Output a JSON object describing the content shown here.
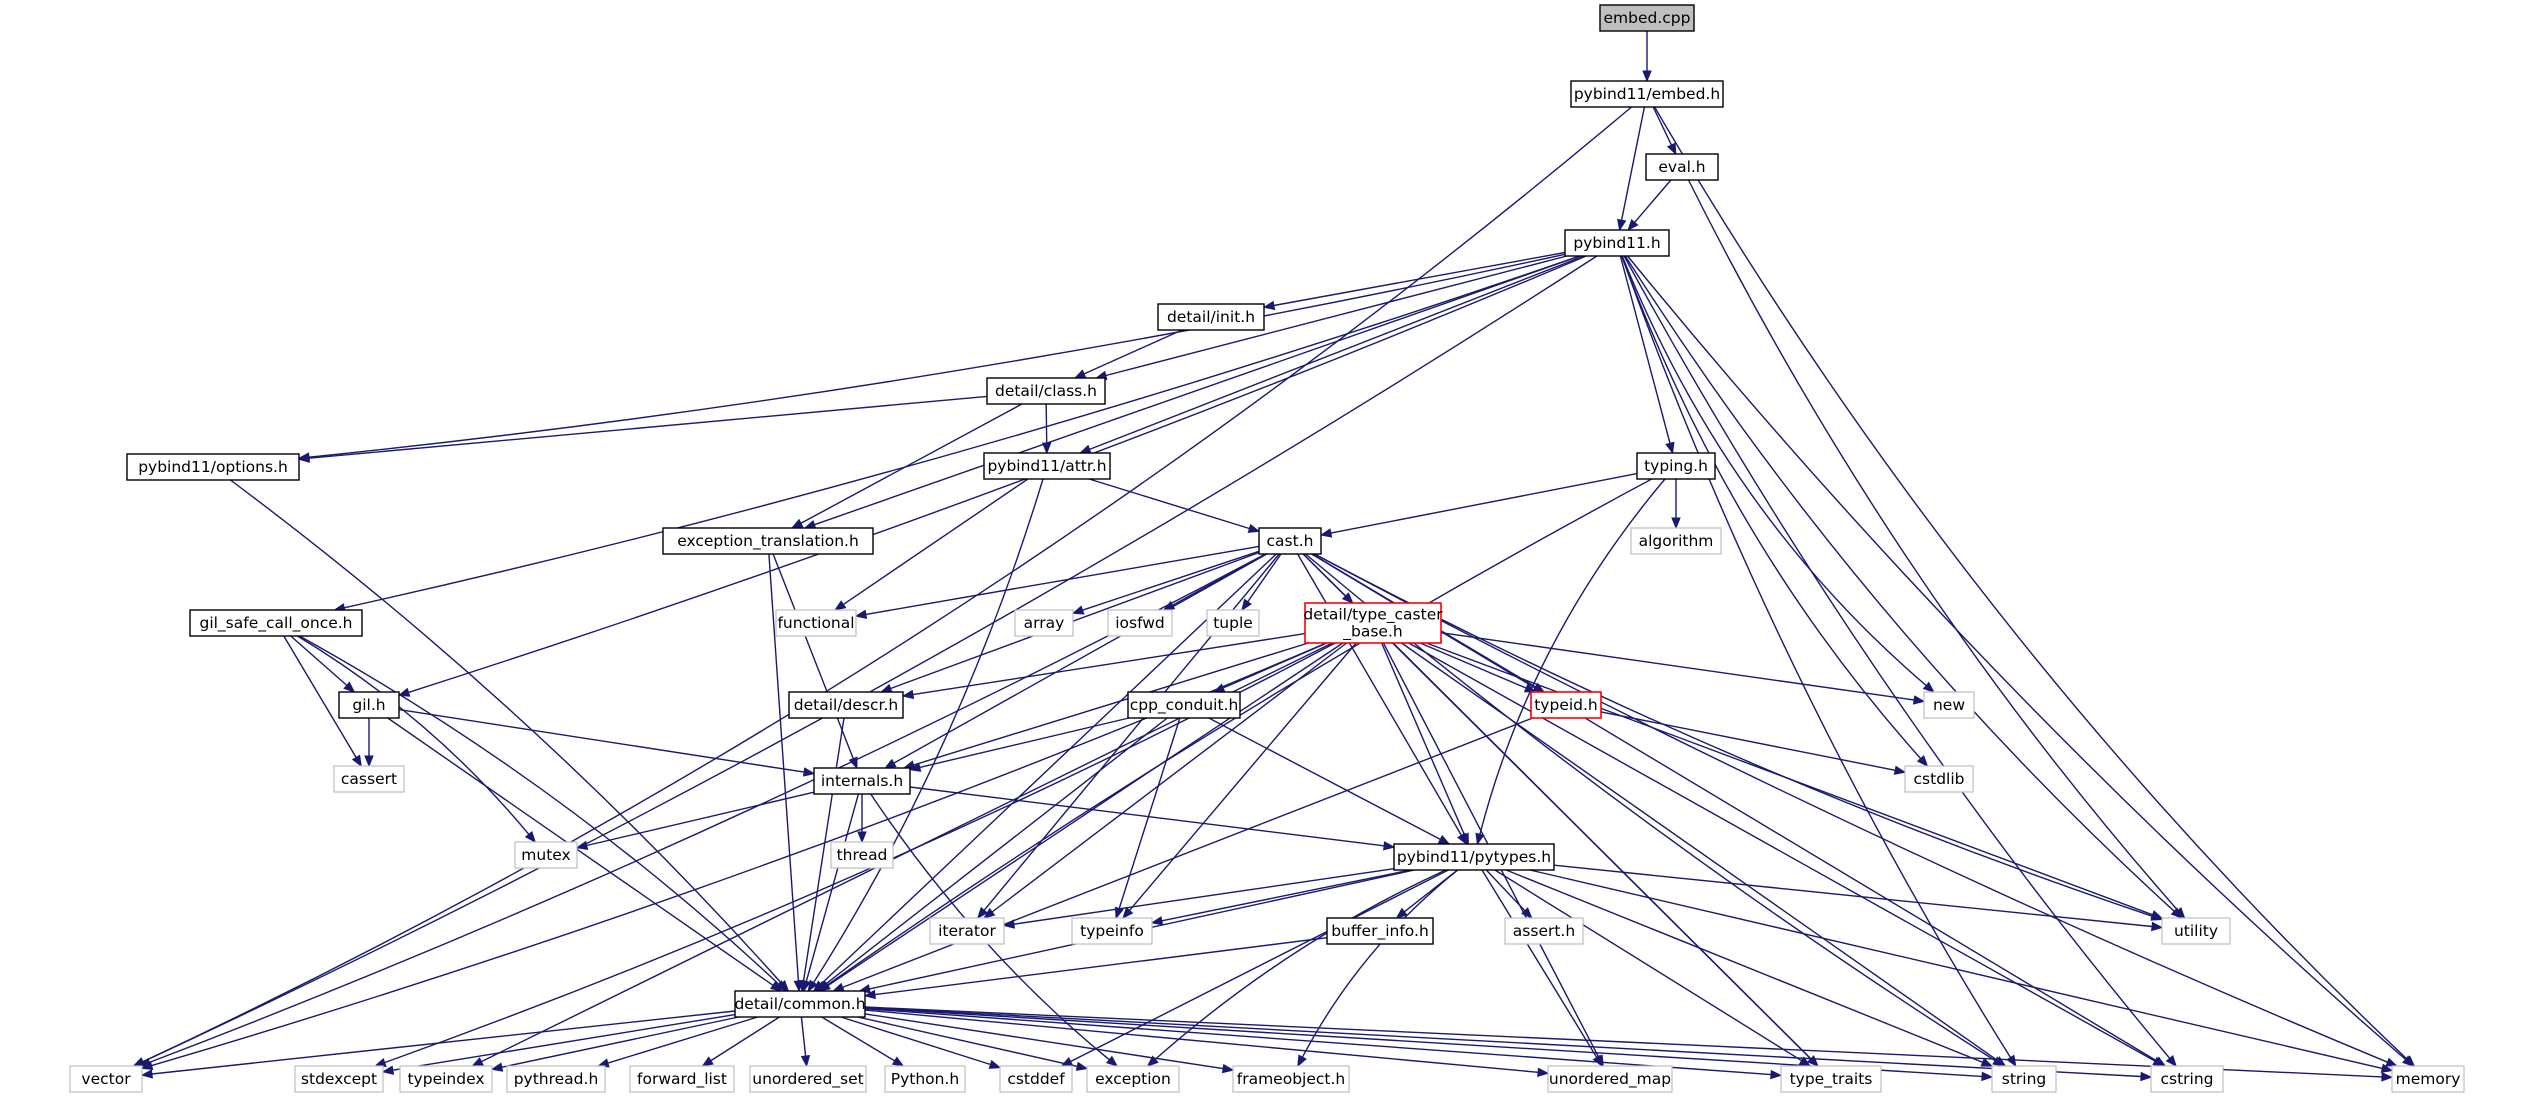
{
  "diagram": {
    "colors": {
      "edge": "#191970",
      "root_fill": "#bfbfbf",
      "node_border": "#000000",
      "system_border": "#bfbfbf",
      "warning_border": "#ff0000"
    },
    "nodes": [
      {
        "id": "embed_cpp",
        "label": "embed.cpp",
        "kind": "root"
      },
      {
        "id": "pybind11_embed_h",
        "label": "pybind11/embed.h",
        "kind": "file"
      },
      {
        "id": "eval_h",
        "label": "eval.h",
        "kind": "file"
      },
      {
        "id": "pybind11_h",
        "label": "pybind11.h",
        "kind": "file"
      },
      {
        "id": "detail_init_h",
        "label": "detail/init.h",
        "kind": "file"
      },
      {
        "id": "detail_class_h",
        "label": "detail/class.h",
        "kind": "file"
      },
      {
        "id": "pybind11_options_h",
        "label": "pybind11/options.h",
        "kind": "file"
      },
      {
        "id": "pybind11_attr_h",
        "label": "pybind11/attr.h",
        "kind": "file"
      },
      {
        "id": "typing_h",
        "label": "typing.h",
        "kind": "file"
      },
      {
        "id": "exception_translation_h",
        "label": "exception_translation.h",
        "kind": "file"
      },
      {
        "id": "cast_h",
        "label": "cast.h",
        "kind": "file"
      },
      {
        "id": "gil_safe_call_once_h",
        "label": "gil_safe_call_once.h",
        "kind": "file"
      },
      {
        "id": "detail_type_caster_base_h",
        "label": "detail/type_caster\n_base.h",
        "kind": "warning"
      },
      {
        "id": "gil_h",
        "label": "gil.h",
        "kind": "file"
      },
      {
        "id": "detail_descr_h",
        "label": "detail/descr.h",
        "kind": "file"
      },
      {
        "id": "cpp_conduit_h",
        "label": "cpp_conduit.h",
        "kind": "file"
      },
      {
        "id": "typeid_h",
        "label": "typeid.h",
        "kind": "warning"
      },
      {
        "id": "internals_h",
        "label": "internals.h",
        "kind": "file"
      },
      {
        "id": "pybind11_pytypes_h",
        "label": "pybind11/pytypes.h",
        "kind": "file"
      },
      {
        "id": "buffer_info_h",
        "label": "buffer_info.h",
        "kind": "file"
      },
      {
        "id": "detail_common_h",
        "label": "detail/common.h",
        "kind": "file"
      },
      {
        "id": "algorithm",
        "label": "algorithm",
        "kind": "system"
      },
      {
        "id": "functional",
        "label": "functional",
        "kind": "system"
      },
      {
        "id": "array",
        "label": "array",
        "kind": "system"
      },
      {
        "id": "iosfwd",
        "label": "iosfwd",
        "kind": "system"
      },
      {
        "id": "tuple",
        "label": "tuple",
        "kind": "system"
      },
      {
        "id": "new",
        "label": "new",
        "kind": "system"
      },
      {
        "id": "cassert",
        "label": "cassert",
        "kind": "system"
      },
      {
        "id": "cstdlib",
        "label": "cstdlib",
        "kind": "system"
      },
      {
        "id": "mutex",
        "label": "mutex",
        "kind": "system"
      },
      {
        "id": "thread",
        "label": "thread",
        "kind": "system"
      },
      {
        "id": "iterator",
        "label": "iterator",
        "kind": "system"
      },
      {
        "id": "typeinfo",
        "label": "typeinfo",
        "kind": "system"
      },
      {
        "id": "assert_h",
        "label": "assert.h",
        "kind": "system"
      },
      {
        "id": "utility",
        "label": "utility",
        "kind": "system"
      },
      {
        "id": "vector",
        "label": "vector",
        "kind": "system"
      },
      {
        "id": "stdexcept",
        "label": "stdexcept",
        "kind": "system"
      },
      {
        "id": "typeindex",
        "label": "typeindex",
        "kind": "system"
      },
      {
        "id": "pythread_h",
        "label": "pythread.h",
        "kind": "system"
      },
      {
        "id": "forward_list",
        "label": "forward_list",
        "kind": "system"
      },
      {
        "id": "unordered_set",
        "label": "unordered_set",
        "kind": "system"
      },
      {
        "id": "python_h",
        "label": "Python.h",
        "kind": "system"
      },
      {
        "id": "cstddef",
        "label": "cstddef",
        "kind": "system"
      },
      {
        "id": "exception",
        "label": "exception",
        "kind": "system"
      },
      {
        "id": "frameobject_h",
        "label": "frameobject.h",
        "kind": "system"
      },
      {
        "id": "unordered_map",
        "label": "unordered_map",
        "kind": "system"
      },
      {
        "id": "type_traits",
        "label": "type_traits",
        "kind": "system"
      },
      {
        "id": "string",
        "label": "string",
        "kind": "system"
      },
      {
        "id": "cstring",
        "label": "cstring",
        "kind": "system"
      },
      {
        "id": "memory",
        "label": "memory",
        "kind": "system"
      }
    ],
    "edges": [
      [
        "embed_cpp",
        "pybind11_embed_h"
      ],
      [
        "pybind11_embed_h",
        "pybind11_h"
      ],
      [
        "pybind11_embed_h",
        "eval_h"
      ],
      [
        "pybind11_embed_h",
        "vector"
      ],
      [
        "pybind11_embed_h",
        "memory"
      ],
      [
        "eval_h",
        "pybind11_h"
      ],
      [
        "eval_h",
        "utility"
      ],
      [
        "pybind11_h",
        "detail_init_h"
      ],
      [
        "pybind11_h",
        "detail_class_h"
      ],
      [
        "pybind11_h",
        "pybind11_options_h"
      ],
      [
        "pybind11_h",
        "pybind11_attr_h"
      ],
      [
        "pybind11_h",
        "typing_h"
      ],
      [
        "pybind11_h",
        "exception_translation_h"
      ],
      [
        "pybind11_h",
        "gil_safe_call_once_h"
      ],
      [
        "pybind11_h",
        "gil_h"
      ],
      [
        "pybind11_h",
        "vector"
      ],
      [
        "pybind11_h",
        "new"
      ],
      [
        "pybind11_h",
        "cstdlib"
      ],
      [
        "pybind11_h",
        "utility"
      ],
      [
        "pybind11_h",
        "string"
      ],
      [
        "pybind11_h",
        "cstring"
      ],
      [
        "pybind11_h",
        "memory"
      ],
      [
        "detail_init_h",
        "detail_class_h"
      ],
      [
        "detail_class_h",
        "pybind11_attr_h"
      ],
      [
        "detail_class_h",
        "exception_translation_h"
      ],
      [
        "detail_class_h",
        "pybind11_options_h"
      ],
      [
        "pybind11_options_h",
        "detail_common_h"
      ],
      [
        "pybind11_attr_h",
        "cast_h"
      ],
      [
        "pybind11_attr_h",
        "functional"
      ],
      [
        "pybind11_attr_h",
        "detail_common_h"
      ],
      [
        "typing_h",
        "cast_h"
      ],
      [
        "typing_h",
        "algorithm"
      ],
      [
        "typing_h",
        "pybind11_pytypes_h"
      ],
      [
        "typing_h",
        "detail_common_h"
      ],
      [
        "exception_translation_h",
        "detail_common_h"
      ],
      [
        "exception_translation_h",
        "internals_h"
      ],
      [
        "cast_h",
        "detail_type_caster_base_h"
      ],
      [
        "cast_h",
        "functional"
      ],
      [
        "cast_h",
        "array"
      ],
      [
        "cast_h",
        "iosfwd"
      ],
      [
        "cast_h",
        "tuple"
      ],
      [
        "cast_h",
        "vector"
      ],
      [
        "cast_h",
        "detail_descr_h"
      ],
      [
        "cast_h",
        "typeid_h"
      ],
      [
        "cast_h",
        "internals_h"
      ],
      [
        "cast_h",
        "pybind11_pytypes_h"
      ],
      [
        "cast_h",
        "detail_common_h"
      ],
      [
        "cast_h",
        "iterator"
      ],
      [
        "cast_h",
        "utility"
      ],
      [
        "cast_h",
        "type_traits"
      ],
      [
        "cast_h",
        "string"
      ],
      [
        "cast_h",
        "cstring"
      ],
      [
        "cast_h",
        "memory"
      ],
      [
        "gil_safe_call_once_h",
        "gil_h"
      ],
      [
        "gil_safe_call_once_h",
        "cassert"
      ],
      [
        "gil_safe_call_once_h",
        "mutex"
      ],
      [
        "gil_safe_call_once_h",
        "detail_common_h"
      ],
      [
        "detail_type_caster_base_h",
        "detail_descr_h"
      ],
      [
        "detail_type_caster_base_h",
        "cpp_conduit_h"
      ],
      [
        "detail_type_caster_base_h",
        "typeid_h"
      ],
      [
        "detail_type_caster_base_h",
        "new"
      ],
      [
        "detail_type_caster_base_h",
        "internals_h"
      ],
      [
        "detail_type_caster_base_h",
        "pybind11_pytypes_h"
      ],
      [
        "detail_type_caster_base_h",
        "detail_common_h"
      ],
      [
        "detail_type_caster_base_h",
        "iterator"
      ],
      [
        "detail_type_caster_base_h",
        "typeinfo"
      ],
      [
        "detail_type_caster_base_h",
        "vector"
      ],
      [
        "detail_type_caster_base_h",
        "stdexcept"
      ],
      [
        "detail_type_caster_base_h",
        "typeindex"
      ],
      [
        "detail_type_caster_base_h",
        "unordered_map"
      ],
      [
        "detail_type_caster_base_h",
        "type_traits"
      ],
      [
        "detail_type_caster_base_h",
        "string"
      ],
      [
        "detail_type_caster_base_h",
        "cstring"
      ],
      [
        "detail_type_caster_base_h",
        "utility"
      ],
      [
        "gil_h",
        "cassert"
      ],
      [
        "gil_h",
        "internals_h"
      ],
      [
        "gil_h",
        "detail_common_h"
      ],
      [
        "detail_descr_h",
        "detail_common_h"
      ],
      [
        "cpp_conduit_h",
        "internals_h"
      ],
      [
        "cpp_conduit_h",
        "pybind11_pytypes_h"
      ],
      [
        "cpp_conduit_h",
        "typeinfo"
      ],
      [
        "cpp_conduit_h",
        "detail_common_h"
      ],
      [
        "typeid_h",
        "cstdlib"
      ],
      [
        "typeid_h",
        "detail_common_h"
      ],
      [
        "internals_h",
        "mutex"
      ],
      [
        "internals_h",
        "thread"
      ],
      [
        "internals_h",
        "pybind11_pytypes_h"
      ],
      [
        "internals_h",
        "detail_common_h"
      ],
      [
        "internals_h",
        "exception"
      ],
      [
        "pybind11_pytypes_h",
        "buffer_info_h"
      ],
      [
        "pybind11_pytypes_h",
        "detail_common_h"
      ],
      [
        "pybind11_pytypes_h",
        "iterator"
      ],
      [
        "pybind11_pytypes_h",
        "typeinfo"
      ],
      [
        "pybind11_pytypes_h",
        "assert_h"
      ],
      [
        "pybind11_pytypes_h",
        "utility"
      ],
      [
        "pybind11_pytypes_h",
        "cstddef"
      ],
      [
        "pybind11_pytypes_h",
        "exception"
      ],
      [
        "pybind11_pytypes_h",
        "frameobject_h"
      ],
      [
        "pybind11_pytypes_h",
        "unordered_map"
      ],
      [
        "pybind11_pytypes_h",
        "type_traits"
      ],
      [
        "pybind11_pytypes_h",
        "string"
      ],
      [
        "pybind11_pytypes_h",
        "memory"
      ],
      [
        "buffer_info_h",
        "detail_common_h"
      ],
      [
        "detail_common_h",
        "vector"
      ],
      [
        "detail_common_h",
        "stdexcept"
      ],
      [
        "detail_common_h",
        "typeindex"
      ],
      [
        "detail_common_h",
        "pythread_h"
      ],
      [
        "detail_common_h",
        "forward_list"
      ],
      [
        "detail_common_h",
        "unordered_set"
      ],
      [
        "detail_common_h",
        "python_h"
      ],
      [
        "detail_common_h",
        "cstddef"
      ],
      [
        "detail_common_h",
        "exception"
      ],
      [
        "detail_common_h",
        "frameobject_h"
      ],
      [
        "detail_common_h",
        "unordered_map"
      ],
      [
        "detail_common_h",
        "type_traits"
      ],
      [
        "detail_common_h",
        "string"
      ],
      [
        "detail_common_h",
        "cstring"
      ],
      [
        "detail_common_h",
        "memory"
      ]
    ]
  }
}
